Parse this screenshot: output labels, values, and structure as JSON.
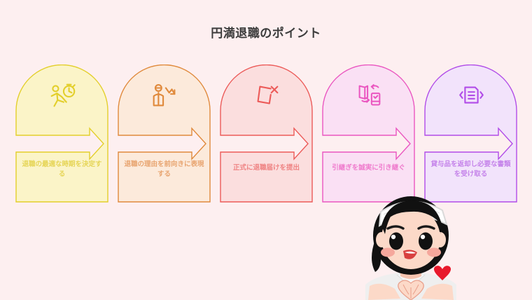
{
  "page": {
    "title": "円満退職のポイント",
    "background_color": "#fdeff0",
    "title_color": "#3c3c3c"
  },
  "steps": [
    {
      "index": "1",
      "label": "退職の最適な時期を決定する",
      "icon": "running-person-stopwatch-icon",
      "stroke_color": "#e3cf2b",
      "fill_color": "#fbf4c8",
      "text_color": "#e6d557"
    },
    {
      "index": "2",
      "label": "退職の理由を前向きに表現する",
      "icon": "person-arrow-icon",
      "stroke_color": "#e08a3c",
      "fill_color": "#fceadb",
      "text_color": "#e8a571"
    },
    {
      "index": "3",
      "label": "正式に退職届けを提出",
      "icon": "document-x-icon",
      "stroke_color": "#ec5b59",
      "fill_color": "#fbdede",
      "text_color": "#ef8383"
    },
    {
      "index": "4",
      "label": "引継ぎを誠実に引き継ぐ",
      "icon": "document-exchange-icon",
      "stroke_color": "#ea56c0",
      "fill_color": "#fae0f4",
      "text_color": "#ef7ccd"
    },
    {
      "index": "5",
      "label": "貸与品を返却し必要な書類を受け取る",
      "icon": "document-lines-chevrons-icon",
      "stroke_color": "#b14ce8",
      "fill_color": "#f2e3fb",
      "text_color": "#c583ea"
    }
  ],
  "mascot": {
    "name": "nurse-character",
    "cap_color": "#ffffff",
    "hair_color": "#111111",
    "skin_color": "#fcd9c8",
    "blush_color": "#f5a79c",
    "uniform_color": "#f2f2f2",
    "heart_color": "#e8192c"
  }
}
